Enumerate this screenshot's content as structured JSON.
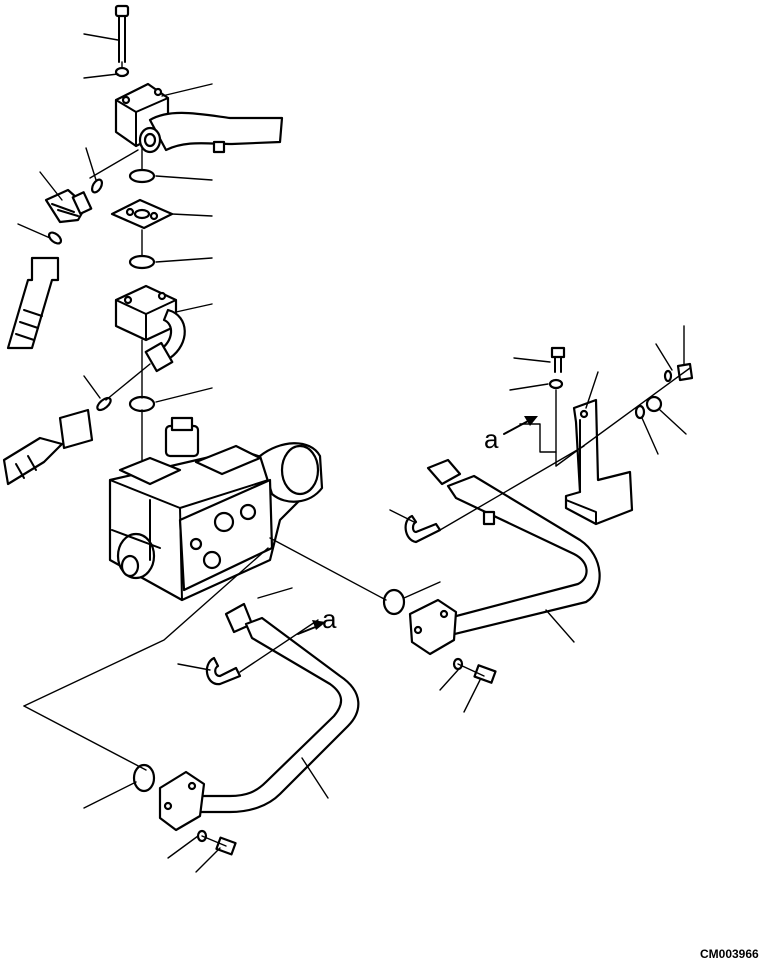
{
  "diagram": {
    "ref_labels": [
      "a",
      "a"
    ],
    "drawing_code": "CM003966"
  }
}
